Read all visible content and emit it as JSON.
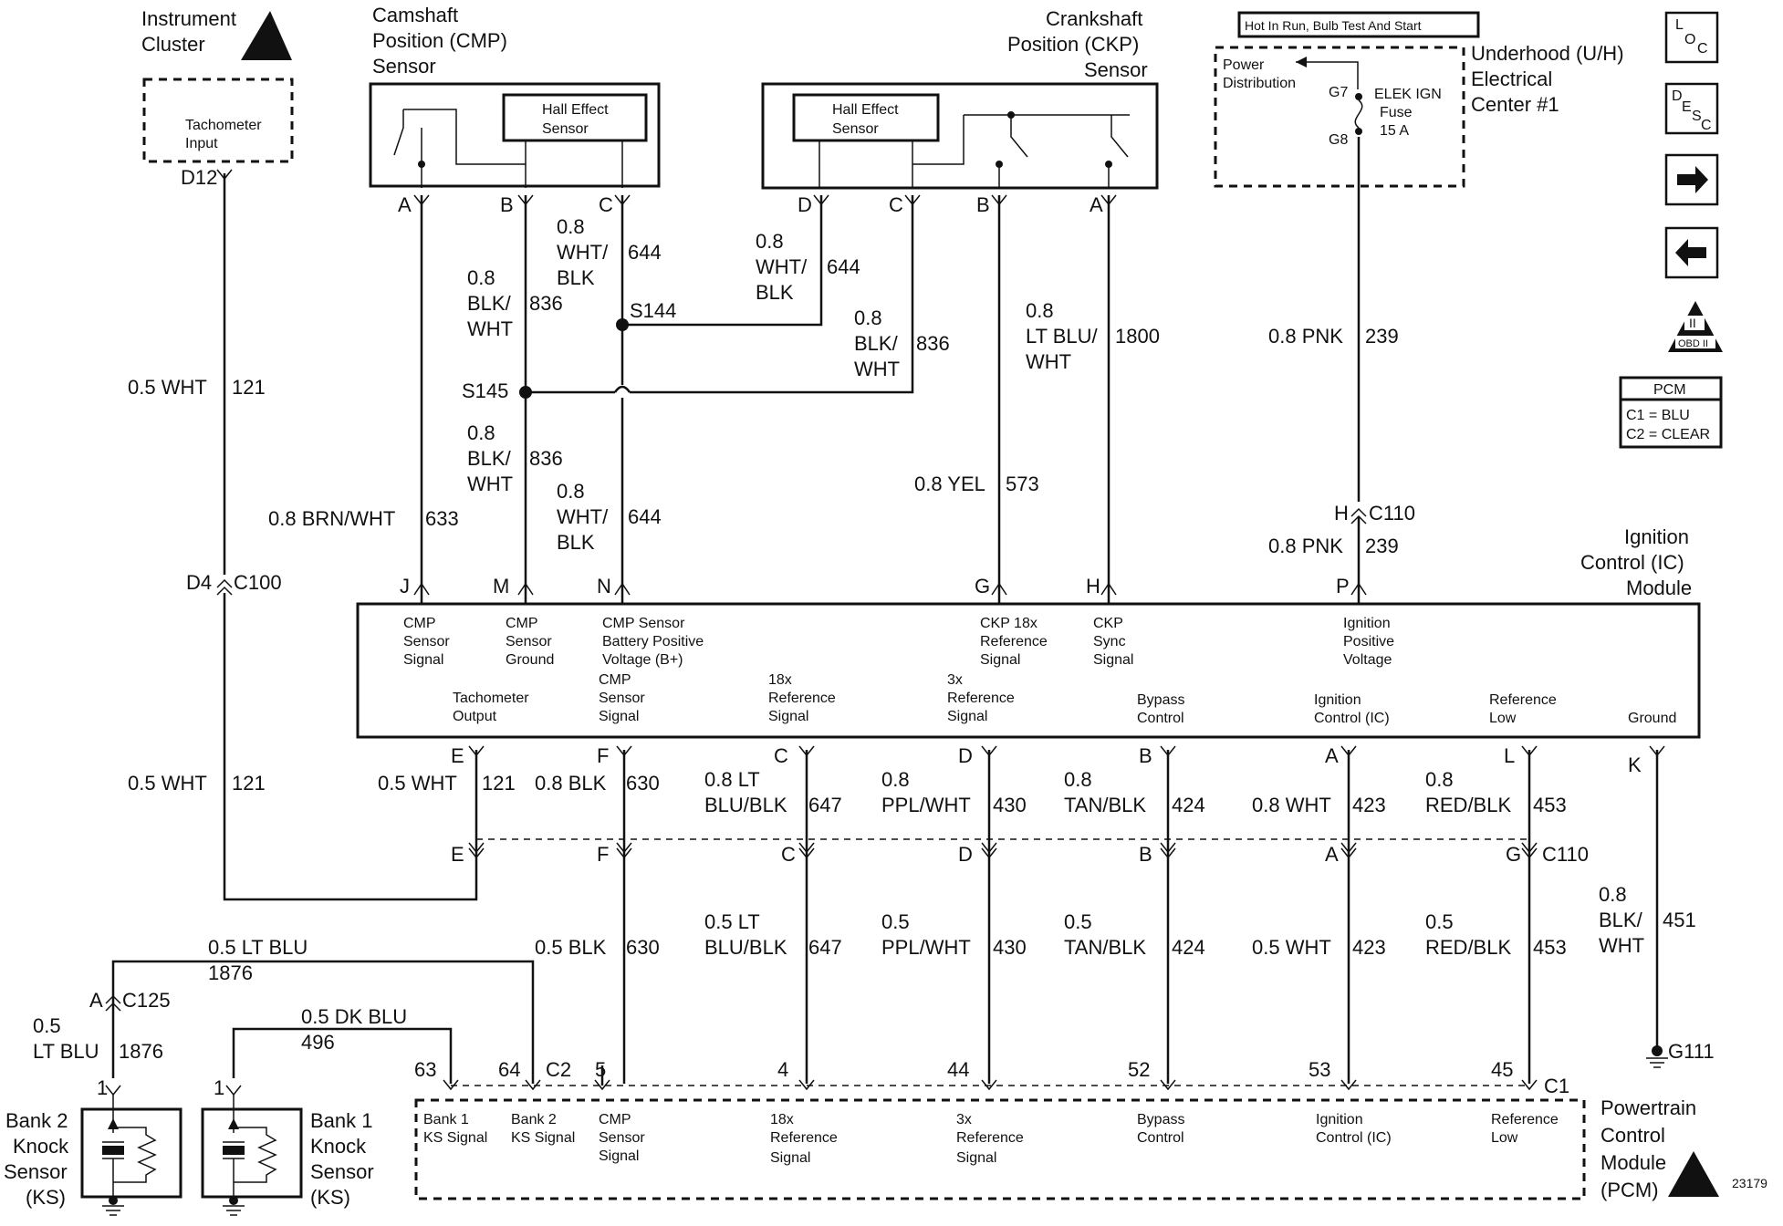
{
  "components": {
    "instrument_cluster": [
      "Instrument",
      "Cluster"
    ],
    "tachometer_input": [
      "Tachometer",
      "Input"
    ],
    "cmp_sensor": [
      "Camshaft",
      "Position (CMP)",
      "Sensor"
    ],
    "ckp_sensor": [
      "Crankshaft",
      "Position (CKP)",
      "Sensor"
    ],
    "hall_effect": [
      "Hall Effect",
      "Sensor"
    ],
    "hot_note": "Hot In Run, Bulb Test And Start",
    "power_distribution": [
      "Power",
      "Distribution"
    ],
    "fuse": [
      "ELEK IGN",
      "Fuse",
      "15 A"
    ],
    "fuse_terms": [
      "G7",
      "G8"
    ],
    "uh_center": [
      "Underhood (U/H)",
      "Electrical",
      "Center #1"
    ],
    "ic_module": [
      "Ignition",
      "Control (IC)",
      "Module"
    ],
    "pcm": [
      "Powertrain",
      "Control",
      "Module",
      "(PCM)"
    ],
    "bank2_ks": [
      "Bank 2",
      "Knock",
      "Sensor",
      "(KS)"
    ],
    "bank1_ks": [
      "Bank 1",
      "Knock",
      "Sensor",
      "(KS)"
    ],
    "pcm_legend": [
      "PCM",
      "C1 = BLU",
      "C2 = CLEAR"
    ],
    "obd_badge": [
      "II",
      "OBD II"
    ],
    "loc_icon": [
      "L",
      "O",
      "C"
    ],
    "desc_icon": [
      "D",
      "E",
      "S",
      "C"
    ],
    "diagram_number": "23179",
    "ground": "G111"
  },
  "splices": [
    "S144",
    "S145"
  ],
  "connectors": {
    "d4": "D4",
    "c100": "C100",
    "h": "H",
    "c110": "C110",
    "a": "A",
    "c125": "C125",
    "g": "G",
    "c1": "C1",
    "c2": "C2",
    "d12": "D12",
    "k": "K"
  },
  "cmp_pins": [
    "A",
    "B",
    "C"
  ],
  "ckp_pins": [
    "D",
    "C",
    "B",
    "A"
  ],
  "ic_top_pins": [
    "J",
    "M",
    "N",
    "G",
    "H",
    "P"
  ],
  "ic_bottom_pins": [
    "E",
    "F",
    "C",
    "D",
    "B",
    "A",
    "L"
  ],
  "c110_pins": [
    "E",
    "F",
    "C",
    "D",
    "B",
    "A"
  ],
  "pcm_pins": [
    "63",
    "64",
    "5",
    "4",
    "44",
    "52",
    "53",
    "45"
  ],
  "ks_pins": [
    "1",
    "1"
  ],
  "ic_labels": {
    "cmp_signal": [
      "CMP",
      "Sensor",
      "Signal"
    ],
    "cmp_ground": [
      "CMP",
      "Sensor",
      "Ground"
    ],
    "cmp_bplus": [
      "CMP Sensor",
      "Battery Positive",
      "Voltage (B+)"
    ],
    "ckp_18x": [
      "CKP 18x",
      "Reference",
      "Signal"
    ],
    "ckp_sync": [
      "CKP",
      "Sync",
      "Signal"
    ],
    "ign_pos": [
      "Ignition",
      "Positive",
      "Voltage"
    ],
    "tach_out": [
      "Tachometer",
      "Output"
    ],
    "cmp_sig2": [
      "CMP",
      "Sensor",
      "Signal"
    ],
    "ref18x": [
      "18x",
      "Reference",
      "Signal"
    ],
    "ref3x": [
      "3x",
      "Reference",
      "Signal"
    ],
    "bypass": [
      "Bypass",
      "Control"
    ],
    "ign_ctl": [
      "Ignition",
      "Control (IC)"
    ],
    "ref_low": [
      "Reference",
      "Low"
    ],
    "ground": "Ground"
  },
  "pcm_labels": {
    "bank1": [
      "Bank 1",
      "KS Signal"
    ],
    "bank2": [
      "Bank 2",
      "KS Signal"
    ],
    "cmp": [
      "CMP",
      "Sensor",
      "Signal"
    ],
    "ref18x": [
      "18x",
      "Reference",
      "Signal"
    ],
    "ref3x": [
      "3x",
      "Reference",
      "Signal"
    ],
    "bypass": [
      "Bypass",
      "Control"
    ],
    "ign_ctl": [
      "Ignition",
      "Control (IC)"
    ],
    "ref_low": [
      "Reference",
      "Low"
    ]
  },
  "wires": {
    "w121_top": [
      "0.5 WHT",
      "121"
    ],
    "w121_mid": [
      "0.5 WHT",
      "121"
    ],
    "w121_e": [
      "0.5 WHT",
      "121"
    ],
    "w633": [
      "0.8 BRN/WHT",
      "633"
    ],
    "w836_cmp": [
      "0.8",
      "BLK/",
      "WHT",
      "836"
    ],
    "w836_low": [
      "0.8",
      "BLK/",
      "WHT",
      "836"
    ],
    "w644_cmp": [
      "0.8",
      "WHT/",
      "BLK",
      "644"
    ],
    "w644_low": [
      "0.8",
      "WHT/",
      "BLK",
      "644"
    ],
    "w644_ckp": [
      "0.8",
      "WHT/",
      "BLK",
      "644"
    ],
    "w836_ckp": [
      "0.8",
      "BLK/",
      "WHT",
      "836"
    ],
    "w573": [
      "0.8 YEL",
      "573"
    ],
    "w1800": [
      "0.8",
      "LT BLU/",
      "WHT",
      "1800"
    ],
    "w239_top": [
      "0.8 PNK",
      "239"
    ],
    "w239_bot": [
      "0.8 PNK",
      "239"
    ],
    "w630_u": [
      "0.8 BLK",
      "630"
    ],
    "w630_l": [
      "0.5 BLK",
      "630"
    ],
    "w647_u": [
      "0.8 LT",
      "BLU/BLK",
      "647"
    ],
    "w647_l": [
      "0.5 LT",
      "BLU/BLK",
      "647"
    ],
    "w430_u": [
      "0.8",
      "PPL/WHT",
      "430"
    ],
    "w430_l": [
      "0.5",
      "PPL/WHT",
      "430"
    ],
    "w424_u": [
      "0.8",
      "TAN/BLK",
      "424"
    ],
    "w424_l": [
      "0.5",
      "TAN/BLK",
      "424"
    ],
    "w423_u": [
      "0.8 WHT",
      "423"
    ],
    "w423_l": [
      "0.5 WHT",
      "423"
    ],
    "w453_u": [
      "0.8",
      "RED/BLK",
      "453"
    ],
    "w453_l": [
      "0.5",
      "RED/BLK",
      "453"
    ],
    "w451": [
      "0.8",
      "BLK/",
      "WHT",
      "451"
    ],
    "w1876_top": [
      "0.5 LT BLU",
      "1876"
    ],
    "w1876_left": [
      "0.5",
      "LT BLU",
      "1876"
    ],
    "w496": [
      "0.5 DK BLU",
      "496"
    ]
  }
}
